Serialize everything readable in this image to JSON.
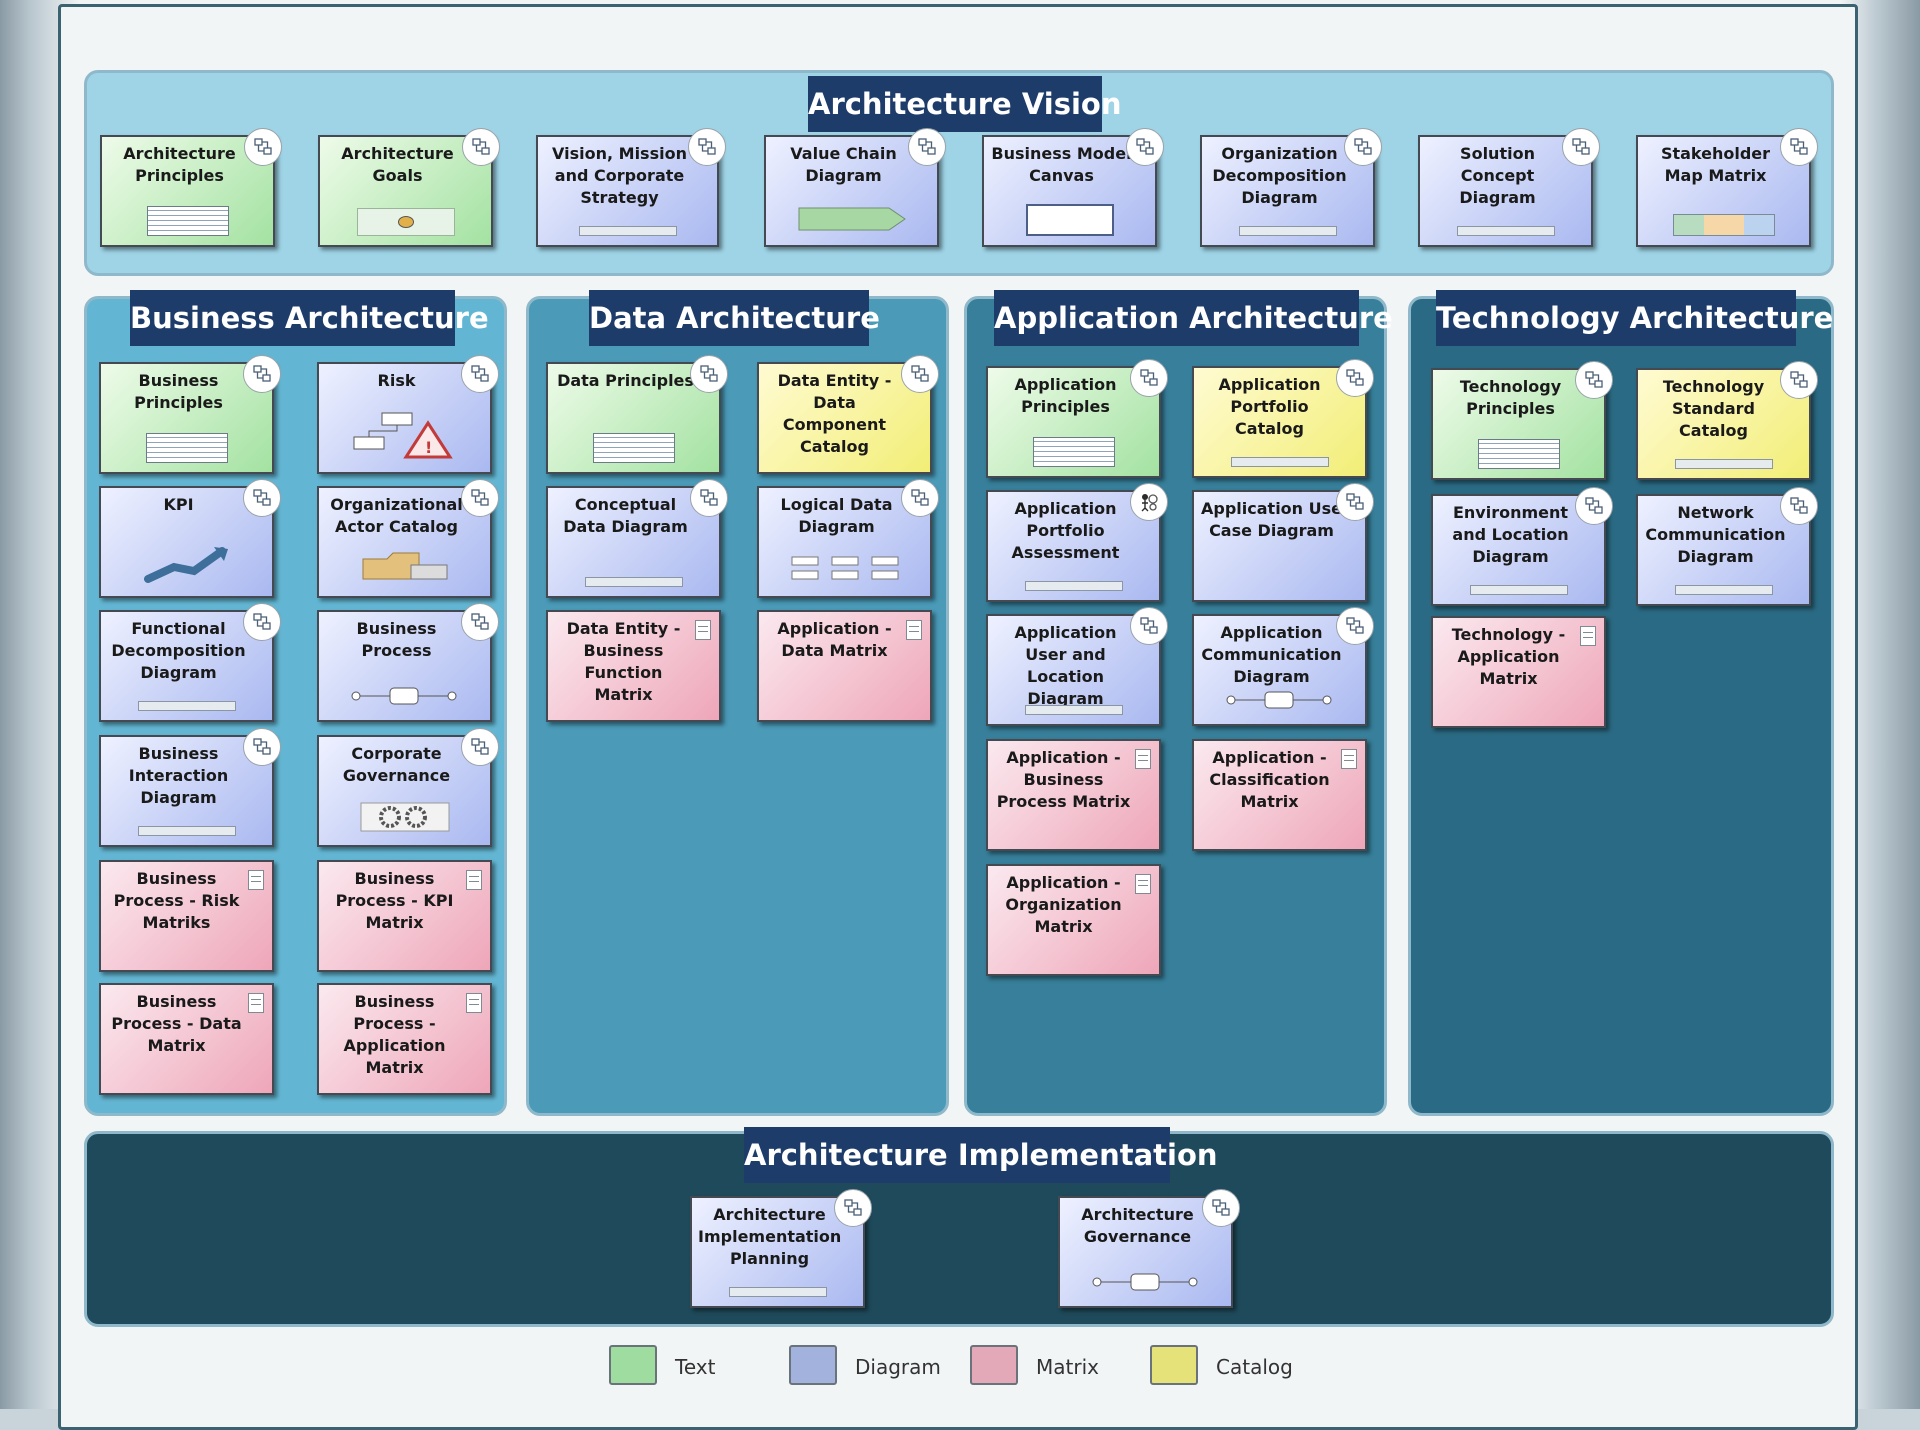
{
  "legend": [
    {
      "label": "Text",
      "kind": "text",
      "color": "#9fdca0"
    },
    {
      "label": "Diagram",
      "kind": "diagram",
      "color": "#a3b2dc"
    },
    {
      "label": "Matrix",
      "kind": "matrix",
      "color": "#e4a9b8"
    },
    {
      "label": "Catalog",
      "kind": "catalog",
      "color": "#e6e27a"
    }
  ],
  "groups": [
    {
      "id": "vision",
      "title": "Architecture Vision",
      "bg": "#9ed4e6",
      "cards": [
        {
          "label": "Architecture Principles",
          "kind": "text",
          "icon": "diagram-icon",
          "thumb": "table"
        },
        {
          "label": "Architecture Goals",
          "kind": "text",
          "icon": "diagram-icon",
          "thumb": "goal"
        },
        {
          "label": "Vision, Mission and Corporate Strategy",
          "kind": "diagram",
          "icon": "diagram-icon",
          "thumb": "line"
        },
        {
          "label": "Value Chain Diagram",
          "kind": "diagram",
          "icon": "diagram-icon",
          "thumb": "arrow"
        },
        {
          "label": "Business Model Canvas",
          "kind": "diagram",
          "icon": "diagram-icon",
          "thumb": "canvas"
        },
        {
          "label": "Organization Decomposition Diagram",
          "kind": "diagram",
          "icon": "diagram-icon",
          "thumb": "line"
        },
        {
          "label": "Solution Concept Diagram",
          "kind": "diagram",
          "icon": "diagram-icon",
          "thumb": "line"
        },
        {
          "label": "Stakeholder Map Matrix",
          "kind": "diagram",
          "icon": "diagram-icon",
          "thumb": "map"
        }
      ]
    },
    {
      "id": "business",
      "title": "Business Architecture",
      "bg": "#63b6d3",
      "cards": [
        {
          "label": "Business Principles",
          "kind": "text",
          "icon": "diagram-icon",
          "thumb": "table"
        },
        {
          "label": "Risk",
          "kind": "diagram",
          "icon": "diagram-icon",
          "thumb": "risk"
        },
        {
          "label": "KPI",
          "kind": "diagram",
          "icon": "diagram-icon",
          "thumb": "kpi"
        },
        {
          "label": "Organizational Actor Catalog",
          "kind": "diagram",
          "icon": "diagram-icon",
          "thumb": "folder"
        },
        {
          "label": "Functional Decomposition Diagram",
          "kind": "diagram",
          "icon": "diagram-icon",
          "thumb": "line"
        },
        {
          "label": "Business Process",
          "kind": "diagram",
          "icon": "diagram-icon",
          "thumb": "process"
        },
        {
          "label": "Business Interaction Diagram",
          "kind": "diagram",
          "icon": "diagram-icon",
          "thumb": "line"
        },
        {
          "label": "Corporate Governance",
          "kind": "diagram",
          "icon": "diagram-icon",
          "thumb": "gears"
        },
        {
          "label": "Business Process - Risk Matriks",
          "kind": "matrix",
          "icon": "document-icon",
          "thumb": "none"
        },
        {
          "label": "Business Process - KPI Matrix",
          "kind": "matrix",
          "icon": "document-icon",
          "thumb": "none"
        },
        {
          "label": "Business Process - Data Matrix",
          "kind": "matrix",
          "icon": "document-icon",
          "thumb": "none"
        },
        {
          "label": "Business Process - Application Matrix",
          "kind": "matrix",
          "icon": "document-icon",
          "thumb": "none"
        }
      ]
    },
    {
      "id": "data",
      "title": "Data Architecture",
      "bg": "#4a9ab8",
      "cards": [
        {
          "label": "Data Principles",
          "kind": "text",
          "icon": "diagram-icon",
          "thumb": "table"
        },
        {
          "label": "Data Entity - Data Component Catalog",
          "kind": "catalog",
          "icon": "diagram-icon",
          "thumb": "none"
        },
        {
          "label": "Conceptual Data Diagram",
          "kind": "diagram",
          "icon": "diagram-icon",
          "thumb": "line"
        },
        {
          "label": "Logical Data Diagram",
          "kind": "diagram",
          "icon": "diagram-icon",
          "thumb": "boxes"
        },
        {
          "label": "Data Entity - Business Function Matrix",
          "kind": "matrix",
          "icon": "document-icon",
          "thumb": "none"
        },
        {
          "label": "Application - Data Matrix",
          "kind": "matrix",
          "icon": "document-icon",
          "thumb": "none"
        }
      ]
    },
    {
      "id": "application",
      "title": "Application Architecture",
      "bg": "#377f9a",
      "cards": [
        {
          "label": "Application Principles",
          "kind": "text",
          "icon": "diagram-icon",
          "thumb": "table"
        },
        {
          "label": "Application Portfolio Catalog",
          "kind": "catalog",
          "icon": "diagram-icon",
          "thumb": "line"
        },
        {
          "label": "Application Portfolio Assessment",
          "kind": "diagram",
          "icon": "people-icon",
          "thumb": "line"
        },
        {
          "label": "Application Use Case Diagram",
          "kind": "diagram",
          "icon": "diagram-icon",
          "thumb": "none"
        },
        {
          "label": "Application User and Location Diagram",
          "kind": "diagram",
          "icon": "diagram-icon",
          "thumb": "line"
        },
        {
          "label": "Application Communication Diagram",
          "kind": "diagram",
          "icon": "diagram-icon",
          "thumb": "process"
        },
        {
          "label": "Application - Business Process Matrix",
          "kind": "matrix",
          "icon": "document-icon",
          "thumb": "none"
        },
        {
          "label": "Application - Classification Matrix",
          "kind": "matrix",
          "icon": "document-icon",
          "thumb": "none"
        },
        {
          "label": "Application - Organization Matrix",
          "kind": "matrix",
          "icon": "document-icon",
          "thumb": "none"
        }
      ]
    },
    {
      "id": "technology",
      "title": "Technology Architecture",
      "bg": "#2b6a84",
      "cards": [
        {
          "label": "Technology Principles",
          "kind": "text",
          "icon": "diagram-icon",
          "thumb": "table"
        },
        {
          "label": "Technology Standard Catalog",
          "kind": "catalog",
          "icon": "diagram-icon",
          "thumb": "line"
        },
        {
          "label": "Environment and Location Diagram",
          "kind": "diagram",
          "icon": "diagram-icon",
          "thumb": "line"
        },
        {
          "label": "Network Communication Diagram",
          "kind": "diagram",
          "icon": "diagram-icon",
          "thumb": "line"
        },
        {
          "label": "Technology - Application Matrix",
          "kind": "matrix",
          "icon": "document-icon",
          "thumb": "none"
        }
      ]
    },
    {
      "id": "implementation",
      "title": "Architecture Implementation",
      "bg": "#1f4a5b",
      "cards": [
        {
          "label": "Architecture Implementation Planning",
          "kind": "diagram",
          "icon": "diagram-icon",
          "thumb": "line"
        },
        {
          "label": "Architecture Governance",
          "kind": "diagram",
          "icon": "diagram-icon",
          "thumb": "process"
        }
      ]
    }
  ]
}
